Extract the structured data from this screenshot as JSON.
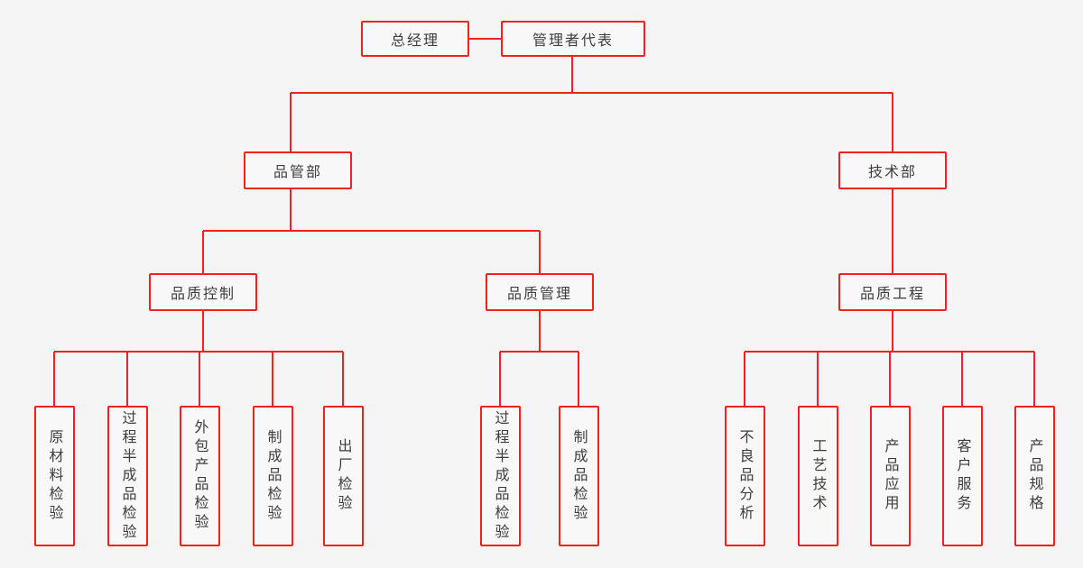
{
  "colors": {
    "background": "#f5f5f5",
    "node_fill": "#f8f8f8",
    "line_and_border": "#f5221b",
    "text": "#3d3d3d"
  },
  "tree": {
    "general_manager": {
      "label": "总经理"
    },
    "management_representative": {
      "label": "管理者代表"
    },
    "branches": [
      {
        "label": "品管部",
        "children": [
          {
            "label": "品质控制",
            "children": [
              {
                "label": "原材料检验"
              },
              {
                "label": "过程半成品检验"
              },
              {
                "label": "外包产品检验"
              },
              {
                "label": "制成品检验"
              },
              {
                "label": "出厂检验"
              }
            ]
          },
          {
            "label": "品质管理",
            "children": [
              {
                "label": "过程半成品检验"
              },
              {
                "label": "制成品检验"
              }
            ]
          }
        ]
      },
      {
        "label": "技术部",
        "children": [
          {
            "label": "品质工程",
            "children": [
              {
                "label": "不良品分析"
              },
              {
                "label": "工艺技术"
              },
              {
                "label": "产品应用"
              },
              {
                "label": "客户服务"
              },
              {
                "label": "产品规格"
              }
            ]
          }
        ]
      }
    ]
  }
}
